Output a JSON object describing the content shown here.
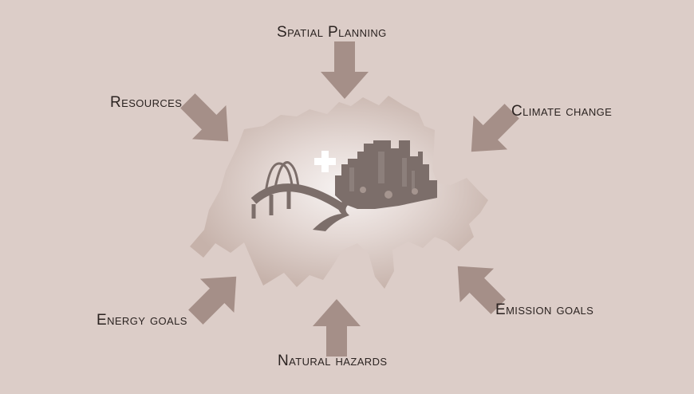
{
  "diagram": {
    "labels": {
      "top": "Spatial Planning",
      "top_left": "Resources",
      "top_right": "Climate change",
      "bottom_left": "Energy goals",
      "bottom_right": "Emission goals",
      "bottom": "Natural hazards"
    },
    "colors": {
      "background": "#dccdc8",
      "arrow": "#a58f88",
      "country_outer": "#c7b3ab",
      "country_inner": "#f3eeec",
      "skyline": "#7c6e6a",
      "cross": "#ffffff"
    },
    "icons": [
      "arrow-down-icon",
      "arrow-down-right-icon",
      "arrow-down-left-icon",
      "arrow-up-right-icon",
      "arrow-up-left-icon",
      "arrow-up-icon",
      "swiss-cross-icon",
      "bridge-icon",
      "city-skyline-icon"
    ]
  }
}
